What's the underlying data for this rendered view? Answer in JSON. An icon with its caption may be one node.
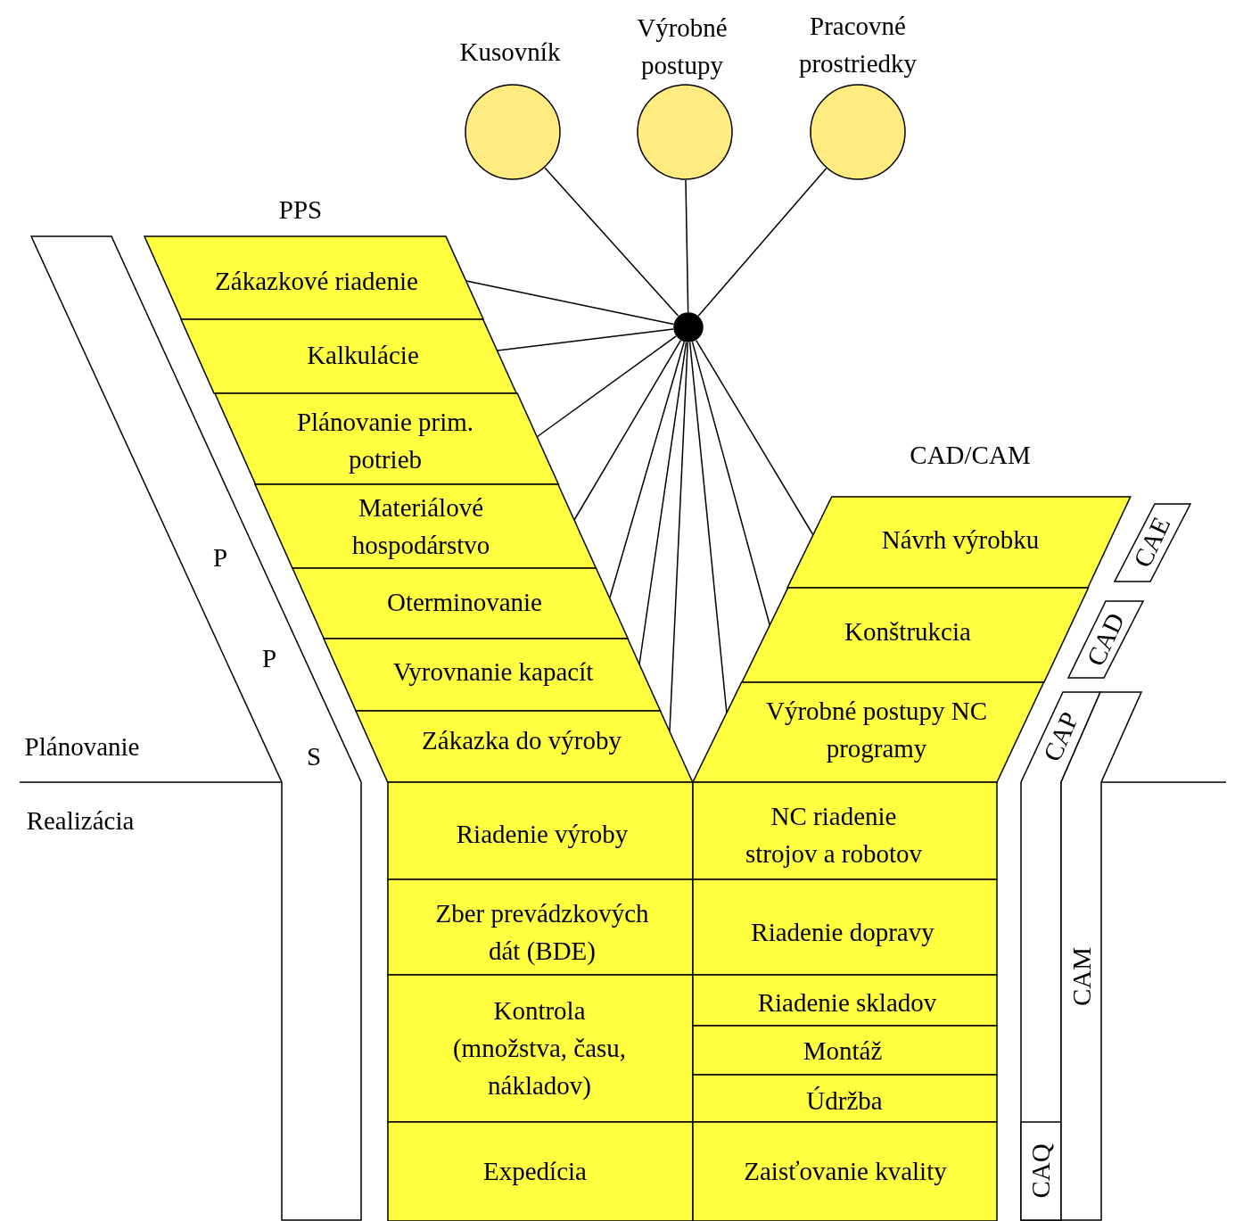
{
  "diagram": {
    "nodes": [
      {
        "text": [
          "Kusovník"
        ]
      },
      {
        "text": [
          "Výrobné postupy"
        ]
      },
      {
        "text": [
          "Pracovné prostriedky"
        ]
      },
      {
        "text": [],
        "shape": "circle"
      },
      {
        "text": [
          "Zákazkové riadenie"
        ]
      },
      {
        "text": [
          "Kalkulácie"
        ]
      },
      {
        "text": [
          "Plánovanie prim. potrieb"
        ]
      },
      {
        "text": [
          "Materiálové hospodárstvo"
        ]
      },
      {
        "text": [
          "Oterminovanie"
        ]
      },
      {
        "text": [
          "Vyrovnanie kapacít"
        ]
      },
      {
        "text": [
          "Zákazka do výroby"
        ]
      },
      {
        "text": [
          "Návrh výrobku"
        ]
      },
      {
        "text": [
          "Konštrukcia"
        ]
      },
      {
        "text": [
          "Výrobné postupy NC programy"
        ]
      },
      {
        "text": [
          "Riadenie výroby"
        ]
      },
      {
        "text": [
          "NC riadenie strojov a robotov"
        ]
      },
      {
        "text": [
          "Zber prevádzkových dát (BDE)"
        ]
      },
      {
        "text": [
          "Riadenie dopravy"
        ]
      },
      {
        "text": [
          "Kontrola (množstva, času, nákladov)"
        ]
      },
      {
        "text": [
          "Riadenie skladov"
        ]
      },
      {
        "text": [
          "Montáž"
        ]
      },
      {
        "text": [
          "Údržba"
        ]
      },
      {
        "text": [
          "Expedícia"
        ]
      },
      {
        "text": [
          "Zaisťovanie kvality"
        ]
      },
      {
        "text": [
          "P",
          "P",
          "S"
        ]
      },
      {
        "text": [
          "CAE"
        ]
      },
      {
        "text": [
          "CAD"
        ]
      },
      {
        "text": [
          "CAP"
        ]
      },
      {
        "text": [
          "CAQ"
        ],
        "in": 27
      },
      {
        "text": [
          "CAM"
        ]
      }
    ],
    "edges": [
      {
        "from": 0,
        "to": 3,
        "arrow": "none"
      },
      {
        "from": 1,
        "to": 3,
        "arrow": "none"
      },
      {
        "from": 2,
        "to": 3,
        "arrow": "none"
      },
      {
        "from": 3,
        "to": 4,
        "arrow": "none"
      },
      {
        "from": 3,
        "to": 5,
        "arrow": "none"
      },
      {
        "from": 3,
        "to": 6,
        "arrow": "none"
      },
      {
        "from": 3,
        "to": 7,
        "arrow": "none"
      },
      {
        "from": 3,
        "to": 8,
        "arrow": "none"
      },
      {
        "from": 3,
        "to": 9,
        "arrow": "none"
      },
      {
        "from": 3,
        "to": 10,
        "arrow": "none"
      },
      {
        "from": 3,
        "to": 13,
        "arrow": "none"
      },
      {
        "from": 3,
        "to": 12,
        "arrow": "none"
      },
      {
        "from": 3,
        "to": 11,
        "arrow": "none"
      }
    ],
    "labels": [
      "PPS",
      "CAD/CAM",
      "Plánovanie",
      "Realizácia"
    ]
  }
}
